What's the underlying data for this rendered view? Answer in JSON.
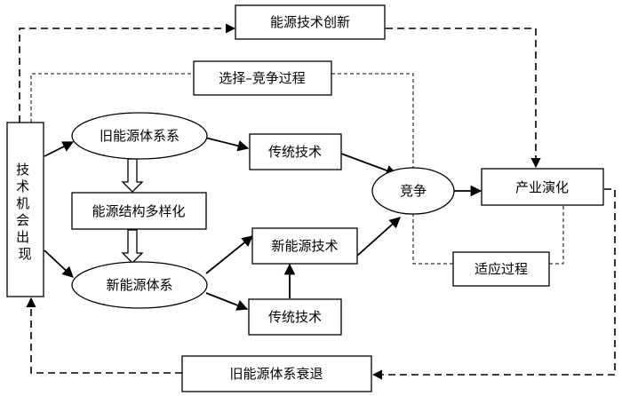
{
  "nodes": {
    "energy_tech_innovation": "能源技术创新",
    "selection_competition": "选择–竞争过程",
    "old_energy_system": "旧能源体系系",
    "traditional_tech_top": "传统技术",
    "energy_structure_diversification": "能源结构多样化",
    "new_energy_system": "新能源体系",
    "new_energy_tech": "新能源技术",
    "traditional_tech_bottom": "传统技术",
    "competition": "竞争",
    "industrial_evolution": "产业演化",
    "adaptation_process": "适应过程",
    "old_system_decline": "旧能源体系衰退",
    "tech_opportunity": [
      "技",
      "术",
      "机",
      "会",
      "出",
      "现"
    ]
  }
}
